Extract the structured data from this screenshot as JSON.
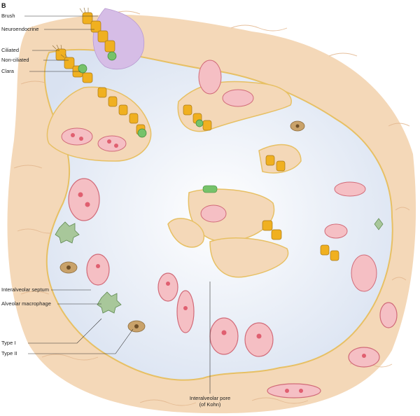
{
  "figure": {
    "panel_letter": "B",
    "colors": {
      "interstitium": "#f4d8b8",
      "fiber": "#e3b890",
      "airspace": "#dfe6f3",
      "epithelium_line": "#e7c064",
      "capillary_fill": "#f5bfc4",
      "capillary_outline": "#d16a78",
      "red_cell": "#e05f70",
      "ciliated_cell": "#f0b020",
      "clara_cell": "#76c26a",
      "goblet_region": "#d6bde6",
      "macrophage": "#a8c79a",
      "type_ii_cell": "#c9a26a"
    }
  },
  "labels": {
    "brush": "Brush",
    "neuroendocrine": "Neuroendocrine",
    "ciliated": "Ciliated",
    "non_ciliated": "Non-ciliated",
    "clara": "Clara",
    "interalveolar_septum": "Interalveolar septum",
    "alveolar_macrophage": "Alveolar macrophage",
    "type_i": "Type I",
    "type_ii": "Type II",
    "pore_line1": "Interalveolar pore",
    "pore_line2": "(of Kohn)"
  }
}
